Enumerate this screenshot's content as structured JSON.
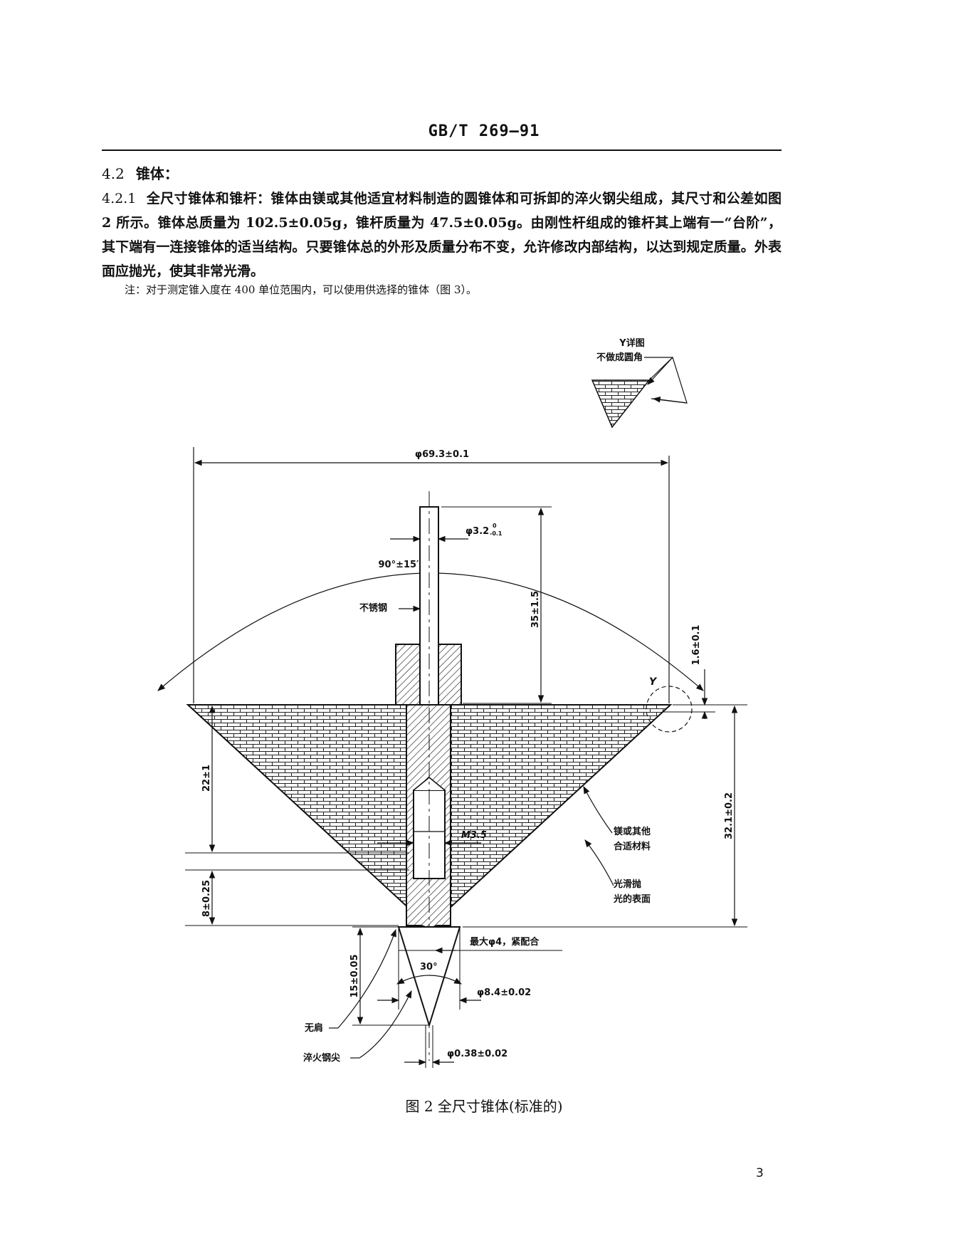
{
  "header": {
    "standard_code": "GB/T  269—91"
  },
  "section_4_2": {
    "number": "4.2",
    "title": "锥体："
  },
  "section_4_2_1": {
    "number": "4.2.1",
    "text": "全尺寸锥体和锥杆：锥体由镁或其他适宜材料制造的圆锥体和可拆卸的淬火钢尖组成，其尺寸和公差如图 2 所示。锥体总质量为 102.5±0.05g，锥杆质量为 47.5±0.05g。由刚性杆组成的锥杆其上端有一“台阶”，其下端有一连接锥体的适当结构。只要锥体总的外形及质量分布不变，允许修改内部结构，以达到规定质量。外表面应抛光，使其非常光滑。"
  },
  "note": "注：对于测定锥入度在 400 单位范围内，可以使用供选择的锥体（图 3）。",
  "figure": {
    "caption": "图 2   全尺寸锥体(标准的)",
    "labels": {
      "detail_title": "Y详图",
      "detail_note": "不做成圆角",
      "overall_diameter": "φ69.3±0.1",
      "rod_diameter": "φ3.2",
      "rod_tol_upper": "0",
      "rod_tol_lower": "-0.1",
      "cone_angle": "90°±15′",
      "stainless": "不锈钢",
      "rod_length": "35±1.5",
      "edge_thickness": "1.6±0.1",
      "detail_marker": "Y",
      "depth_22": "22±1",
      "thread": "M3.5",
      "material_line1": "镁或其他",
      "material_line2": "合适材料",
      "height_32": "32.1±0.2",
      "surface_line1": "光滑抛",
      "surface_line2": "光的表面",
      "depth_8": "8±0.25",
      "tip_length": "15±0.05",
      "fit": "最大φ4，紧配合",
      "tip_angle": "30°",
      "tip_base_diameter": "φ8.4±0.02",
      "no_shoulder": "无肩",
      "hardened_tip": "淬火钢尖",
      "tip_point_diameter": "φ0.38±0.02"
    }
  },
  "page_number": "3"
}
